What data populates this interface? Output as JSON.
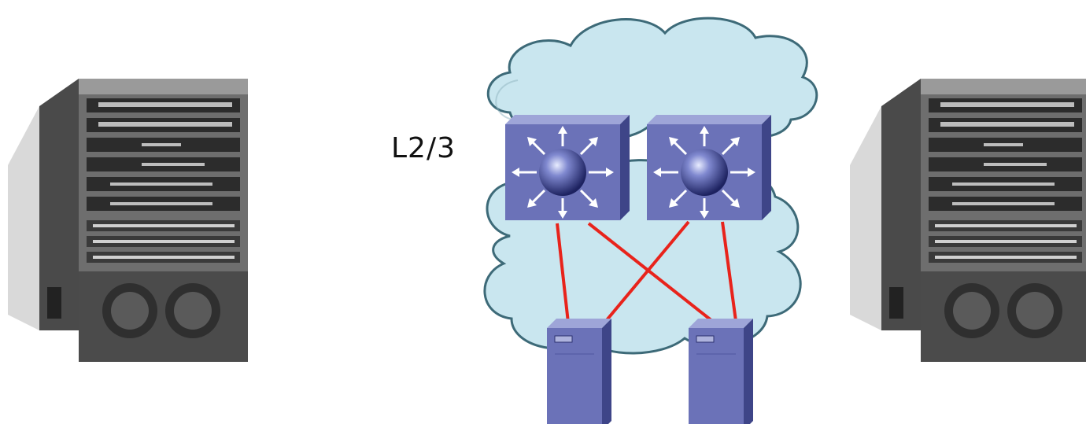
{
  "diagram": {
    "layer_label": "L2/3",
    "colors": {
      "cloud_fill": "#c9e6ef",
      "cloud_stroke": "#3d6a78",
      "device_front": "#6b72b8",
      "device_top": "#9ea5d8",
      "device_side": "#3e4588",
      "link": "#e8231b"
    },
    "nodes": [
      "chassis-left",
      "l3-switch-1",
      "l3-switch-2",
      "server-1",
      "server-2",
      "chassis-right"
    ],
    "links": [
      [
        "l3-switch-1",
        "server-1"
      ],
      [
        "l3-switch-1",
        "server-2"
      ],
      [
        "l3-switch-2",
        "server-1"
      ],
      [
        "l3-switch-2",
        "server-2"
      ]
    ]
  }
}
